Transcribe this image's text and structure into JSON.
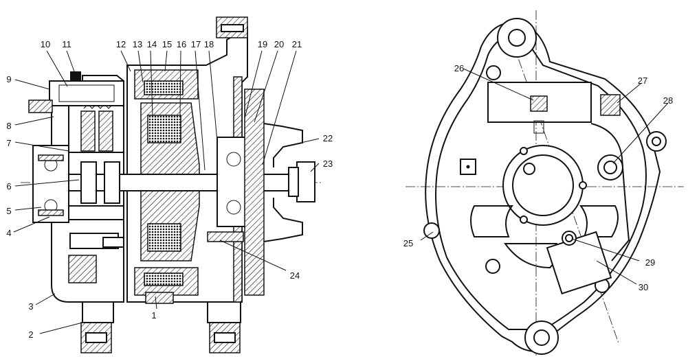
{
  "callouts": [
    {
      "n": "1"
    },
    {
      "n": "2"
    },
    {
      "n": "3"
    },
    {
      "n": "4"
    },
    {
      "n": "5"
    },
    {
      "n": "6"
    },
    {
      "n": "7"
    },
    {
      "n": "8"
    },
    {
      "n": "9"
    },
    {
      "n": "10"
    },
    {
      "n": "11"
    },
    {
      "n": "12"
    },
    {
      "n": "13"
    },
    {
      "n": "14"
    },
    {
      "n": "15"
    },
    {
      "n": "16"
    },
    {
      "n": "17"
    },
    {
      "n": "18"
    },
    {
      "n": "19"
    },
    {
      "n": "20"
    },
    {
      "n": "21"
    },
    {
      "n": "22"
    },
    {
      "n": "23"
    },
    {
      "n": "24"
    },
    {
      "n": "25"
    },
    {
      "n": "26"
    },
    {
      "n": "27"
    },
    {
      "n": "28"
    },
    {
      "n": "29"
    },
    {
      "n": "30"
    }
  ],
  "colors": {
    "ink": "#111111",
    "paper": "#ffffff"
  }
}
